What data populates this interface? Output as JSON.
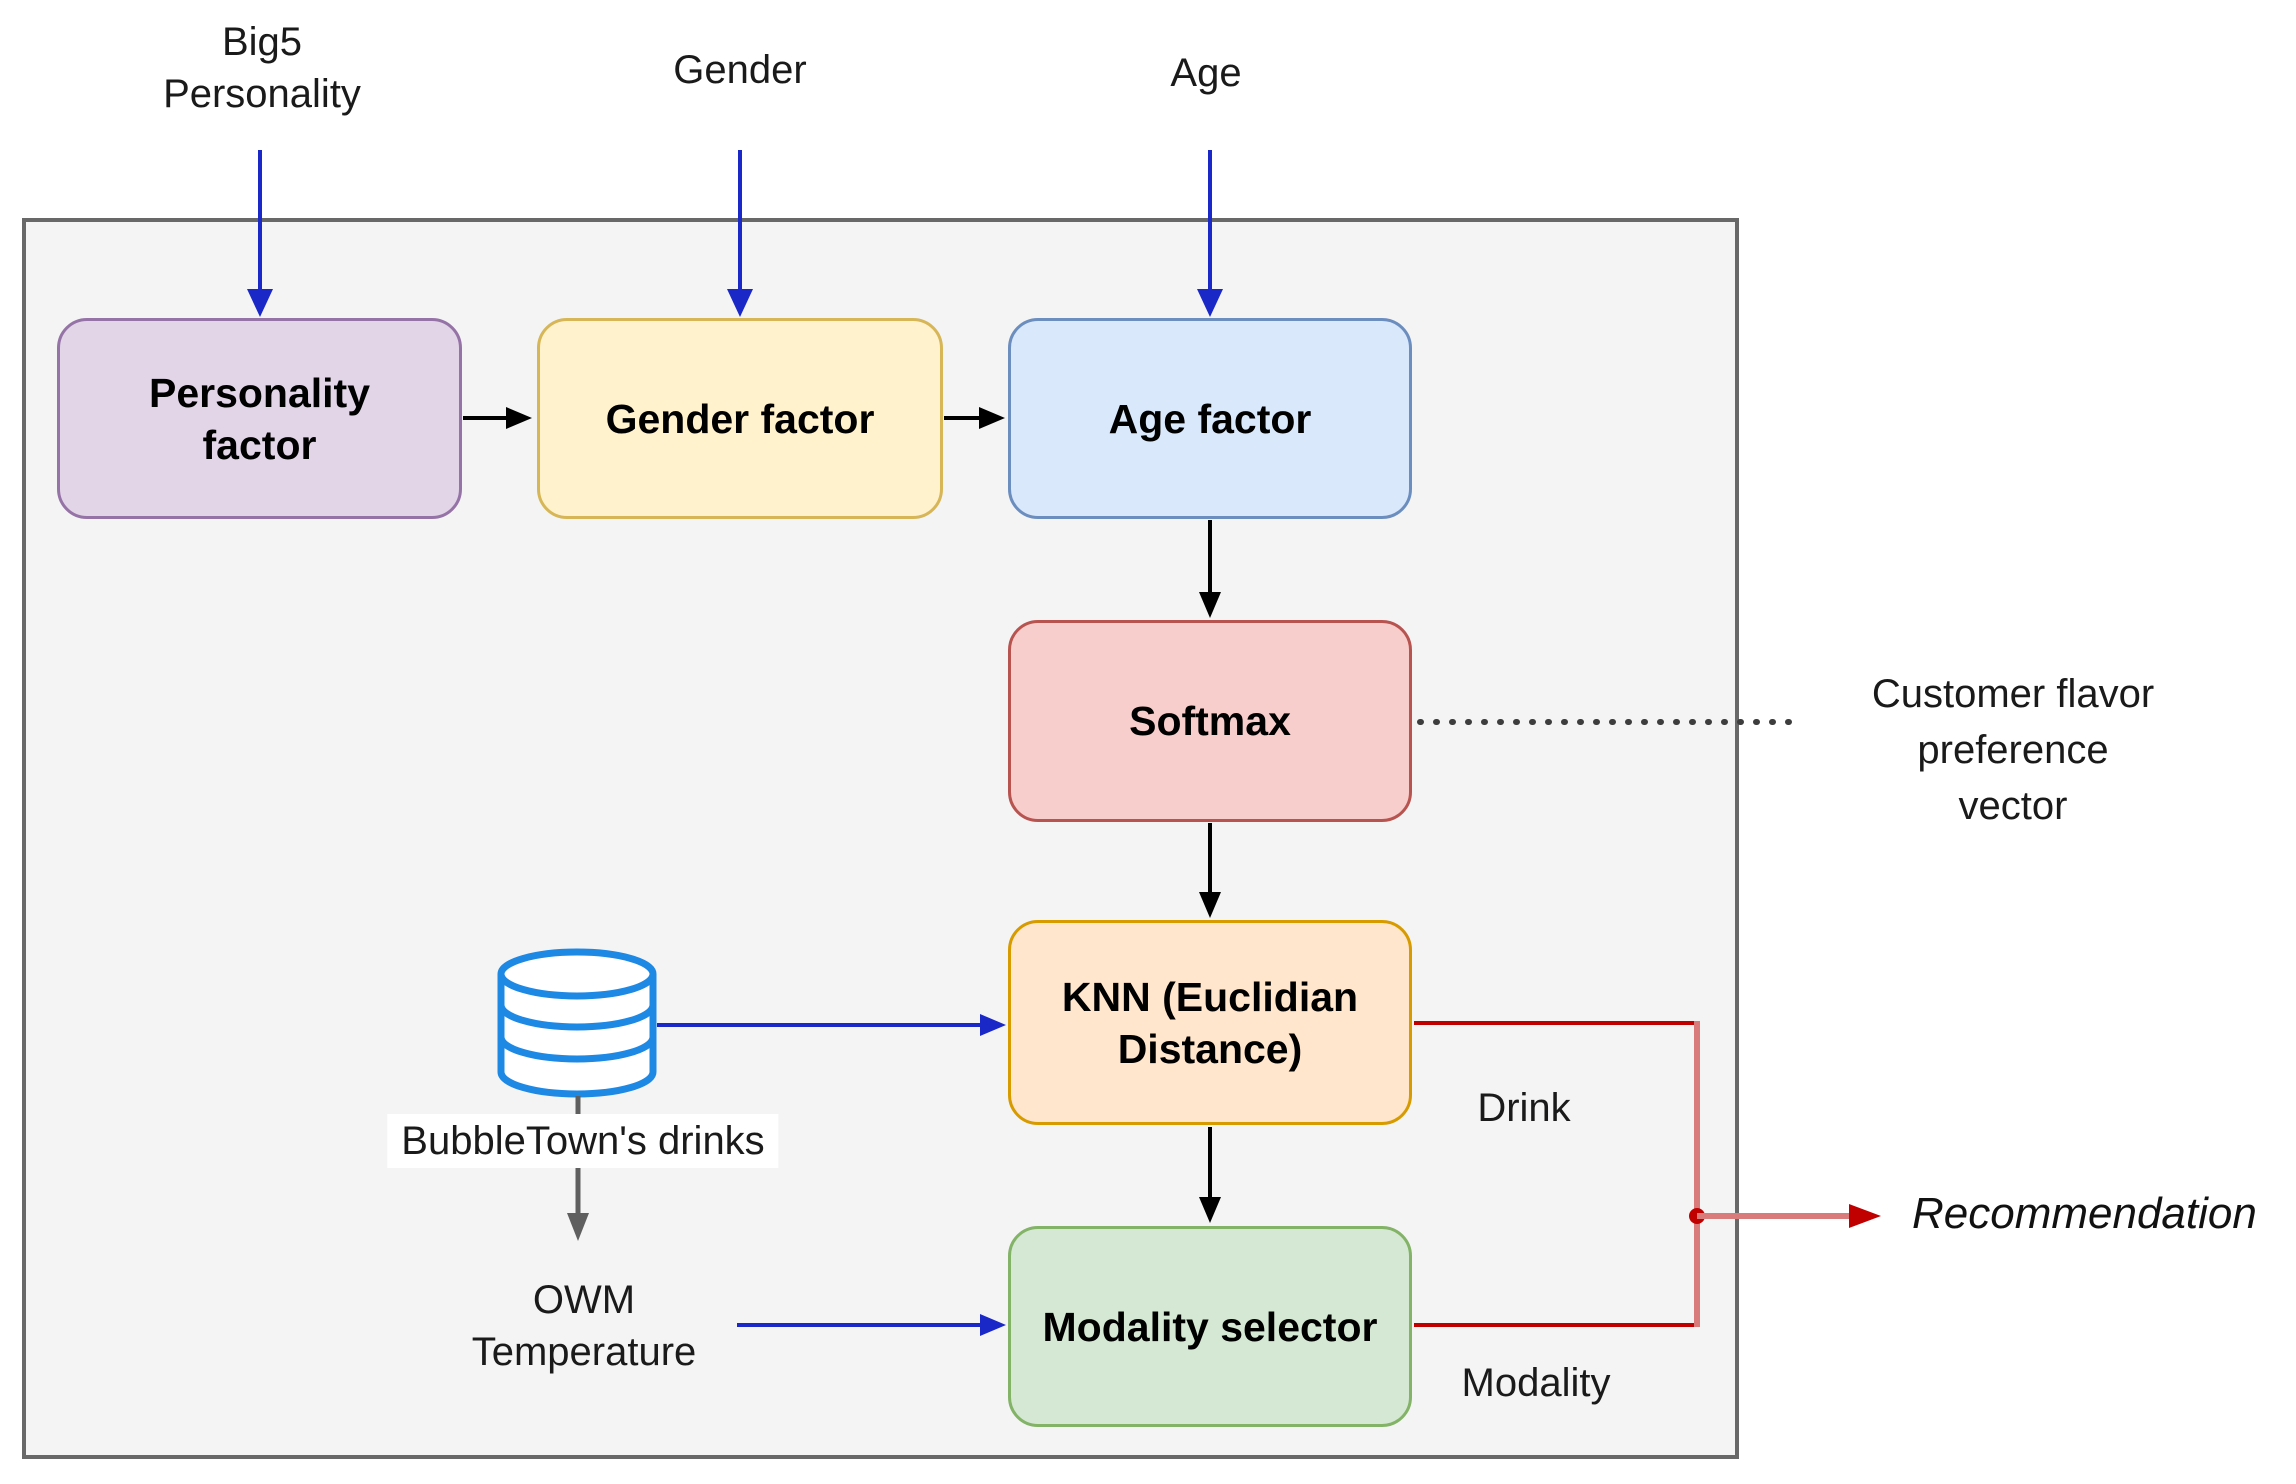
{
  "container": {
    "fill": "#f4f4f5",
    "border": "#686868"
  },
  "top_inputs": [
    {
      "id": "big5",
      "label": "Big5\nPersonality"
    },
    {
      "id": "gender",
      "label": "Gender"
    },
    {
      "id": "age",
      "label": "Age"
    }
  ],
  "nodes": [
    {
      "id": "personality-factor",
      "label": "Personality\nfactor",
      "fill": "#e1d5e7",
      "stroke": "#9673a6"
    },
    {
      "id": "gender-factor",
      "label": "Gender factor",
      "fill": "#fff2cc",
      "stroke": "#d6b656"
    },
    {
      "id": "age-factor",
      "label": "Age factor",
      "fill": "#dae8fc",
      "stroke": "#6c8ebf"
    },
    {
      "id": "softmax",
      "label": "Softmax",
      "fill": "#f8cecc",
      "stroke": "#b85450"
    },
    {
      "id": "knn",
      "label": "KNN (Euclidian\nDistance)",
      "fill": "#ffe6cc",
      "stroke": "#d79b00"
    },
    {
      "id": "modality-selector",
      "label": "Modality selector",
      "fill": "#d5e8d4",
      "stroke": "#82b366"
    }
  ],
  "annotations": {
    "customer_flavor_preference": "Customer flavor\npreference vector",
    "bubbletown_drinks": "BubbleTown's drinks",
    "owm_temperature": "OWM\nTemperature",
    "drink": "Drink",
    "modality": "Modality",
    "recommendation": "Recommendation"
  },
  "icons": [
    {
      "name": "database-icon",
      "meaning": "drinks database cylinder",
      "color": "#1e88e5"
    }
  ],
  "colors": {
    "arrow_blue": "#1a28c8",
    "arrow_black": "#000000",
    "arrow_gray": "#5f5f5f",
    "line_red": "#c00000",
    "line_red_light": "#d97b7b",
    "dotted_line": "#3d3d3d",
    "database_blue": "#1e88e5",
    "database_fill": "#ffffff"
  }
}
